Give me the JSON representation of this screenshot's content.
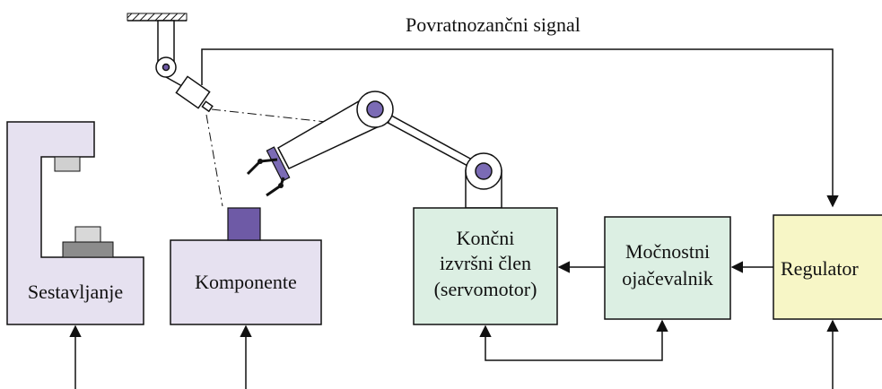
{
  "title": "Povratnozančni signal",
  "blocks": {
    "assembly": "Sestavljanje",
    "components": "Komponente",
    "actuator": [
      "Končni",
      "izvršni člen",
      "(servomotor)"
    ],
    "amplifier": [
      "Močnostni",
      "ojačevalnik"
    ],
    "regulator": "Regulator"
  },
  "colors": {
    "assembly_fill": "#e6e1f0",
    "actuator_fill": "#dcefe3",
    "regulator_fill": "#f7f6c6",
    "joint_fill": "#7b6bb5",
    "part_fill": "#6e5aa6"
  }
}
